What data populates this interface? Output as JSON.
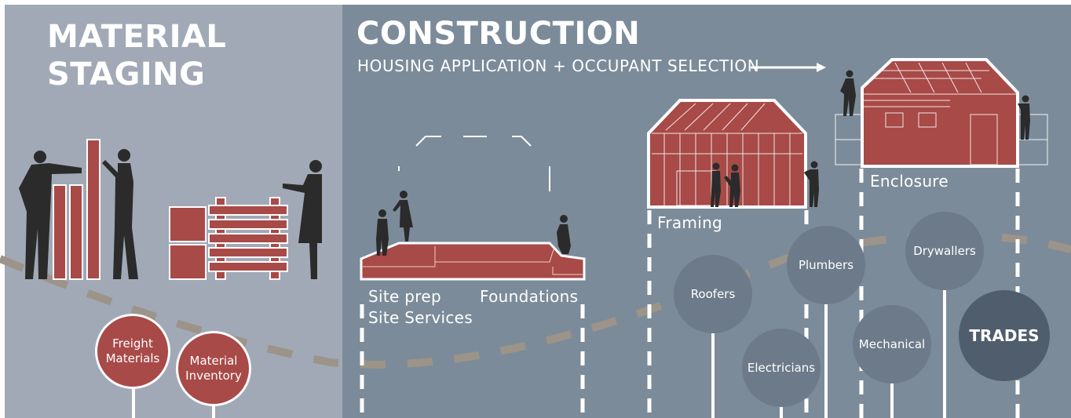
{
  "staging": {
    "title_line1": "MATERIAL",
    "title_line2": "STAGING"
  },
  "construction": {
    "title": "CONSTRUCTION",
    "subtitle": "HOUSING APPLICATION + OCCUPANT SELECTION"
  },
  "stages": {
    "site_prep": "Site prep",
    "site_services": "Site Services",
    "foundations": "Foundations",
    "framing": "Framing",
    "enclosure": "Enclosure"
  },
  "material_nodes": {
    "freight": [
      "Freight",
      "Materials"
    ],
    "inventory": [
      "Material",
      "Inventory"
    ]
  },
  "trades": {
    "roofers": "Roofers",
    "electricians": "Electricians",
    "plumbers": "Plumbers",
    "mechanical": "Mechanical",
    "drywallers": "Drywallers",
    "trades": "TRADES"
  },
  "colors": {
    "left_panel": "#a1a9b6",
    "right_panel": "#7c8b99",
    "brick_red": "#a84a47",
    "trade_circle": "#6c7a89",
    "trades_dark": "#4f5d6c",
    "figure": "#2b2b2b",
    "dashed_path": "#9c9489"
  }
}
